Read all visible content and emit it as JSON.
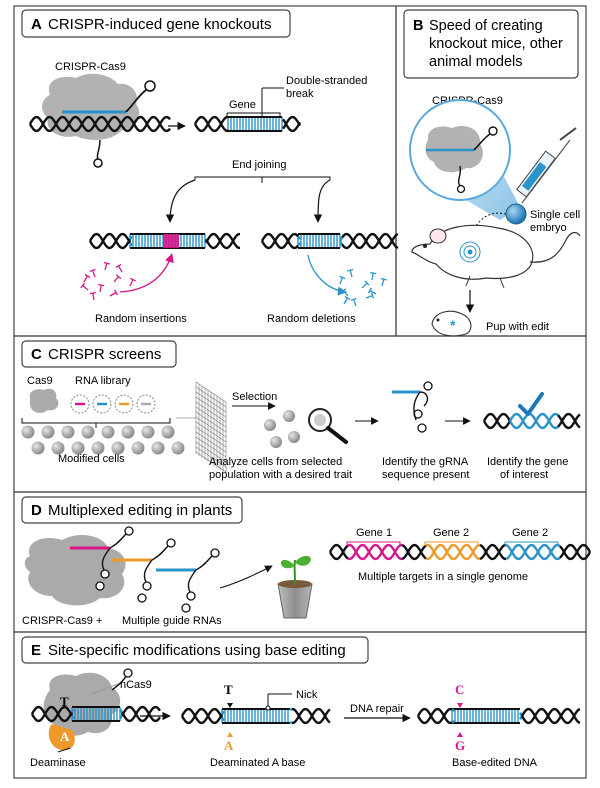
{
  "panels": {
    "a": {
      "letter": "A",
      "title": "CRISPR-induced gene knockouts",
      "cas_label": "CRISPR-Cas9",
      "gene_label": "Gene",
      "break_label_1": "Double-stranded",
      "break_label_2": "break",
      "end_joining": "End joining",
      "insertions": "Random insertions",
      "deletions": "Random deletions"
    },
    "b": {
      "letter": "B",
      "title_1": "Speed of creating",
      "title_2": "knockout mice, other",
      "title_3": "animal models",
      "cas_label": "CRISPR-Cas9",
      "cell_1": "Single cell",
      "cell_2": "embryo",
      "pup": "Pup with edit"
    },
    "c": {
      "letter": "C",
      "title": "CRISPR screens",
      "cas9": "Cas9",
      "rna_library": "RNA library",
      "modified": "Modified cells",
      "selection": "Selection",
      "analyze_1": "Analyze cells from selected",
      "analyze_2": "population with a desired trait",
      "identify_grna_1": "Identify the gRNA",
      "identify_grna_2": "sequence present",
      "identify_gene_1": "Identify the gene",
      "identify_gene_2": "of interest"
    },
    "d": {
      "letter": "D",
      "title": "Multiplexed editing in plants",
      "cas_label": "CRISPR-Cas9 +",
      "guides": "Multiple guide RNAs",
      "gene_1": "Gene 1",
      "gene_2a": "Gene 2",
      "gene_2b": "Gene 2",
      "targets": "Multiple targets in a single genome"
    },
    "e": {
      "letter": "E",
      "title": "Site-specific modifications using base editing",
      "ncas9": "nCas9",
      "nick": "Nick",
      "deaminase": "Deaminase",
      "deaminated": "Deaminated A base",
      "dna_repair": "DNA repair",
      "base_edited": "Base-edited DNA",
      "base_t": "T",
      "base_a": "A",
      "base_c": "C",
      "base_g": "G"
    }
  },
  "colors": {
    "gene_blue": "#2a93c9",
    "magenta": "#d6178a",
    "orange": "#ee9a2a",
    "protein_gray": "#a9a9a9",
    "border": "#444444"
  }
}
